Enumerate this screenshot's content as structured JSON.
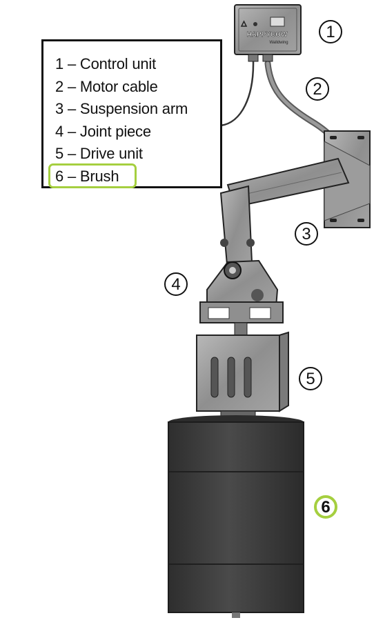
{
  "legend": {
    "items": [
      {
        "label": "1 – Control unit"
      },
      {
        "label": "2 – Motor cable"
      },
      {
        "label": "3 – Suspension arm"
      },
      {
        "label": "4 – Joint piece"
      },
      {
        "label": "5 – Drive unit"
      },
      {
        "label": "6 – Brush",
        "highlighted": true
      }
    ]
  },
  "control_unit": {
    "brand": "HAPPYCOW",
    "sub_brand": "Walldwing"
  },
  "callouts": {
    "c1": "1",
    "c2": "2",
    "c3": "3",
    "c4": "4",
    "c5": "5",
    "c6": "6"
  },
  "colors": {
    "highlight": "#a5cf3f",
    "metal": "#8e8e8e",
    "brush": "#3c3c3c",
    "outline": "#111111"
  }
}
